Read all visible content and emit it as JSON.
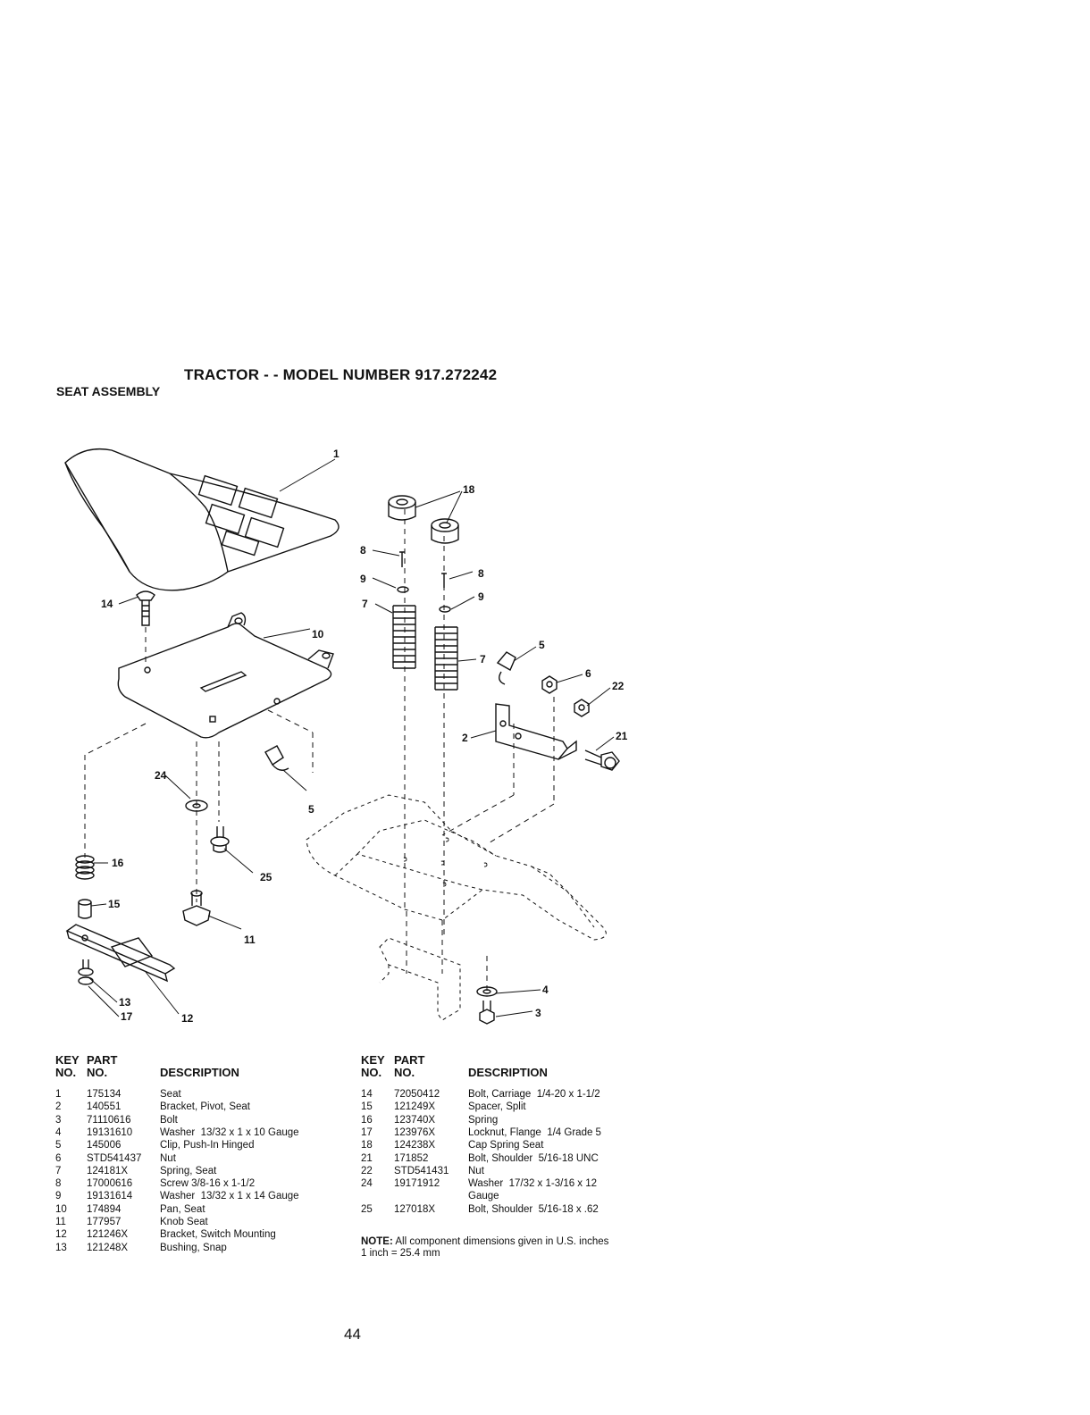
{
  "header": {
    "title": "TRACTOR - - MODEL NUMBER 917.272242",
    "subtitle": "SEAT ASSEMBLY"
  },
  "diagram": {
    "callouts": [
      "1",
      "18",
      "8",
      "9",
      "7",
      "8",
      "9",
      "7",
      "14",
      "10",
      "5",
      "6",
      "22",
      "2",
      "21",
      "24",
      "5",
      "16",
      "25",
      "15",
      "11",
      "13",
      "17",
      "12",
      "4",
      "3"
    ]
  },
  "table_headers": {
    "key_line1": "KEY",
    "key_line2": "NO.",
    "part_line1": "PART",
    "part_line2": "NO.",
    "description": "DESCRIPTION"
  },
  "parts_left": [
    {
      "key": "1",
      "part": "175134",
      "desc": "Seat"
    },
    {
      "key": "2",
      "part": "140551",
      "desc": "Bracket, Pivot, Seat"
    },
    {
      "key": "3",
      "part": "71110616",
      "desc": "Bolt"
    },
    {
      "key": "4",
      "part": "19131610",
      "desc": "Washer  13/32 x 1 x 10 Gauge"
    },
    {
      "key": "5",
      "part": "145006",
      "desc": "Clip, Push-In Hinged"
    },
    {
      "key": "6",
      "part": "STD541437",
      "desc": "Nut"
    },
    {
      "key": "7",
      "part": "124181X",
      "desc": "Spring, Seat"
    },
    {
      "key": "8",
      "part": "17000616",
      "desc": "Screw 3/8-16 x 1-1/2"
    },
    {
      "key": "9",
      "part": "19131614",
      "desc": "Washer  13/32 x 1 x 14 Gauge"
    },
    {
      "key": "10",
      "part": "174894",
      "desc": "Pan, Seat"
    },
    {
      "key": "11",
      "part": "177957",
      "desc": "Knob Seat"
    },
    {
      "key": "12",
      "part": "121246X",
      "desc": "Bracket, Switch Mounting"
    },
    {
      "key": "13",
      "part": "121248X",
      "desc": "Bushing, Snap"
    }
  ],
  "parts_right": [
    {
      "key": "14",
      "part": "72050412",
      "desc": "Bolt, Carriage  1/4-20 x 1-1/2"
    },
    {
      "key": "15",
      "part": "121249X",
      "desc": "Spacer, Split"
    },
    {
      "key": "16",
      "part": "123740X",
      "desc": "Spring"
    },
    {
      "key": "17",
      "part": "123976X",
      "desc": "Locknut, Flange  1/4 Grade 5"
    },
    {
      "key": "18",
      "part": "124238X",
      "desc": "Cap Spring Seat"
    },
    {
      "key": "21",
      "part": "171852",
      "desc": "Bolt, Shoulder  5/16-18 UNC"
    },
    {
      "key": "22",
      "part": "STD541431",
      "desc": "Nut"
    },
    {
      "key": "24",
      "part": "19171912",
      "desc": "Washer  17/32 x 1-3/16 x 12"
    },
    {
      "key": "",
      "part": "",
      "desc": "Gauge"
    },
    {
      "key": "25",
      "part": "127018X",
      "desc": "Bolt, Shoulder  5/16-18 x .62"
    }
  ],
  "note": {
    "label": "NOTE:",
    "text": "All component dimensions given in U.S. inches",
    "line2": "1 inch = 25.4 mm"
  },
  "page_number": "44"
}
